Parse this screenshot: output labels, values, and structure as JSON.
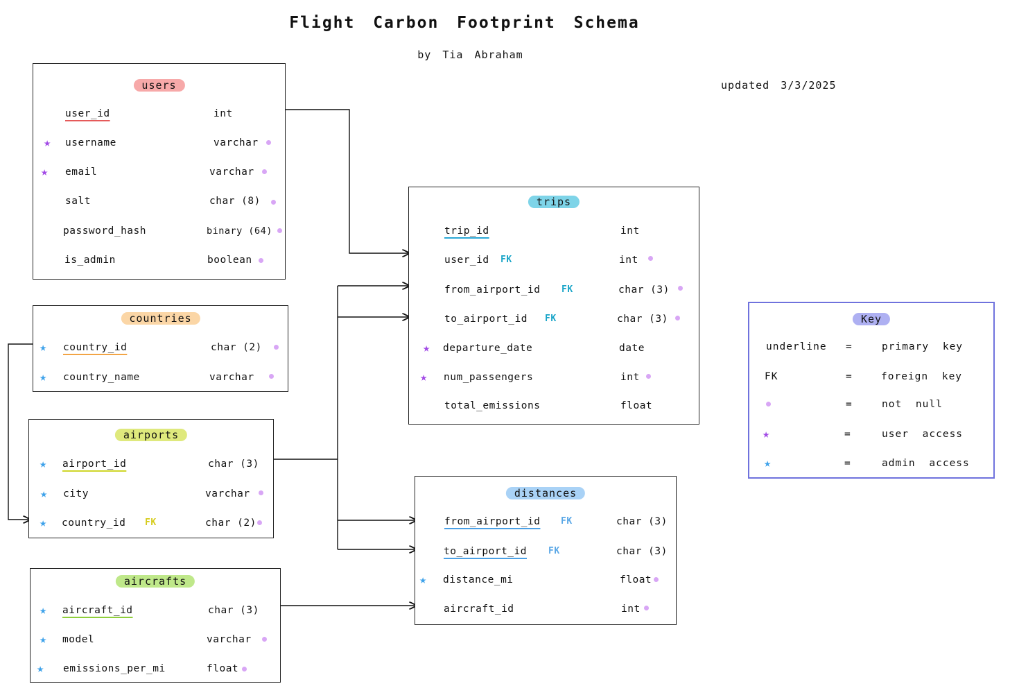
{
  "header": {
    "title": "Flight Carbon Footprint Schema",
    "subtitle": "by Tia Abraham",
    "updated": "updated 3/3/2025"
  },
  "colors": {
    "users": "#f7a9a9",
    "countries": "#fbd6a6",
    "airports": "#dfe97d",
    "aircrafts": "#bfe88a",
    "trips": "#7ed4e8",
    "distances": "#a9d2f6",
    "key": "#aeb0f2",
    "not_null_dot": "#d8a6f5",
    "user_star": "#a24ae6",
    "admin_star": "#3ea2ea",
    "fk_trips": "#1aa5c8",
    "fk_airports": "#d6cc1e",
    "fk_distances": "#5aa7e6"
  },
  "tables": {
    "users": {
      "name": "users",
      "rows": [
        {
          "col": "user_id",
          "type": "int",
          "pk": true,
          "notnull": false,
          "star": ""
        },
        {
          "col": "username",
          "type": "varchar",
          "pk": false,
          "notnull": true,
          "star": "user"
        },
        {
          "col": "email",
          "type": "varchar",
          "pk": false,
          "notnull": true,
          "star": "user"
        },
        {
          "col": "salt",
          "type": "char (8)",
          "pk": false,
          "notnull": true,
          "star": ""
        },
        {
          "col": "password_hash",
          "type": "binary (64)",
          "pk": false,
          "notnull": true,
          "star": ""
        },
        {
          "col": "is_admin",
          "type": "boolean",
          "pk": false,
          "notnull": true,
          "star": ""
        }
      ]
    },
    "countries": {
      "name": "countries",
      "rows": [
        {
          "col": "country_id",
          "type": "char (2)",
          "pk": true,
          "notnull": true,
          "star": "admin"
        },
        {
          "col": "country_name",
          "type": "varchar",
          "pk": false,
          "notnull": true,
          "star": "admin"
        }
      ]
    },
    "airports": {
      "name": "airports",
      "rows": [
        {
          "col": "airport_id",
          "type": "char (3)",
          "pk": true,
          "notnull": false,
          "star": "admin"
        },
        {
          "col": "city",
          "type": "varchar",
          "pk": false,
          "notnull": true,
          "star": "admin"
        },
        {
          "col": "country_id",
          "type": "char (2)",
          "pk": false,
          "notnull": true,
          "star": "admin",
          "fk": "FK"
        }
      ]
    },
    "aircrafts": {
      "name": "aircrafts",
      "rows": [
        {
          "col": "aircraft_id",
          "type": "char (3)",
          "pk": true,
          "notnull": false,
          "star": "admin"
        },
        {
          "col": "model",
          "type": "varchar",
          "pk": false,
          "notnull": true,
          "star": "admin"
        },
        {
          "col": "emissions_per_mi",
          "type": "float",
          "pk": false,
          "notnull": true,
          "star": "admin"
        }
      ]
    },
    "trips": {
      "name": "trips",
      "rows": [
        {
          "col": "trip_id",
          "type": "int",
          "pk": true,
          "notnull": false,
          "star": ""
        },
        {
          "col": "user_id",
          "type": "int",
          "pk": false,
          "notnull": true,
          "star": "",
          "fk": "FK"
        },
        {
          "col": "from_airport_id",
          "type": "char (3)",
          "pk": false,
          "notnull": true,
          "star": "",
          "fk": "FK"
        },
        {
          "col": "to_airport_id",
          "type": "char (3)",
          "pk": false,
          "notnull": true,
          "star": "",
          "fk": "FK"
        },
        {
          "col": "departure_date",
          "type": "date",
          "pk": false,
          "notnull": false,
          "star": "user"
        },
        {
          "col": "num_passengers",
          "type": "int",
          "pk": false,
          "notnull": true,
          "star": "user"
        },
        {
          "col": "total_emissions",
          "type": "float",
          "pk": false,
          "notnull": false,
          "star": ""
        }
      ]
    },
    "distances": {
      "name": "distances",
      "rows": [
        {
          "col": "from_airport_id",
          "type": "char (3)",
          "pk": true,
          "notnull": false,
          "star": "",
          "fk": "FK"
        },
        {
          "col": "to_airport_id",
          "type": "char (3)",
          "pk": true,
          "notnull": false,
          "star": "",
          "fk": "FK"
        },
        {
          "col": "distance_mi",
          "type": "float",
          "pk": false,
          "notnull": true,
          "star": "admin"
        },
        {
          "col": "aircraft_id",
          "type": "int",
          "pk": false,
          "notnull": true,
          "star": ""
        }
      ]
    }
  },
  "key": {
    "title": "Key",
    "equals": "=",
    "rows": [
      {
        "symbol": "underline",
        "meaning": "primary key"
      },
      {
        "symbol": "FK",
        "meaning": "foreign key"
      },
      {
        "symbol": "",
        "meaning": "not null"
      },
      {
        "symbol": "",
        "meaning": "user access"
      },
      {
        "symbol": "",
        "meaning": "admin access"
      }
    ]
  }
}
